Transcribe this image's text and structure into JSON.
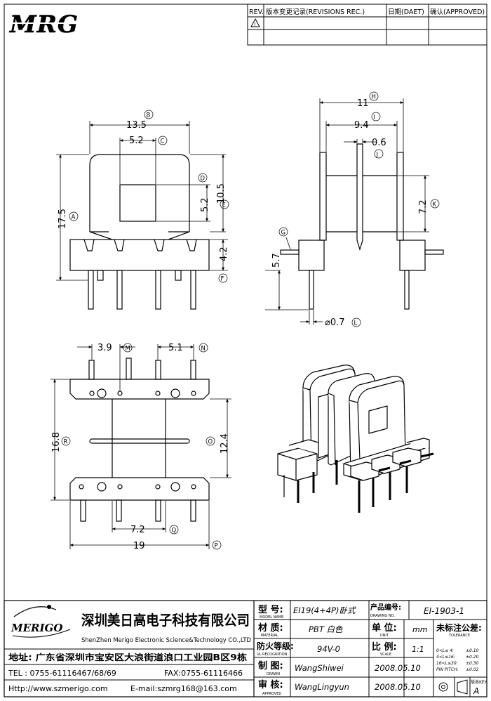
{
  "logo": {
    "text": "MRG"
  },
  "revision_table": {
    "rev_header": "REV.",
    "changes_header": "版本变更记录(REVISIONS REC.)",
    "date_header": "日期(DAET)",
    "approved_header": "确认(APPROVED)",
    "rev_mark": "!"
  },
  "dimensions": {
    "front_width": "13.5",
    "front_width_tag": "B",
    "window_width": "5.2",
    "window_width_tag": "C",
    "window_height": "5.2",
    "window_height_tag": "D",
    "core_height": "10.5",
    "core_height_tag": "E",
    "total_height": "17.5",
    "total_height_tag": "A",
    "base_height": "4.2",
    "base_height_tag": "F",
    "side_overall": "11",
    "side_overall_tag": "H",
    "side_inner": "9.4",
    "side_inner_tag": "I",
    "flange": "0.6",
    "flange_tag": "J",
    "tube_height": "7.2",
    "tube_height_tag": "K",
    "pin_height": "5.7",
    "pin_height_tag": "G",
    "pin_dia": "⌀0.7",
    "pin_dia_tag": "L",
    "pitch_left": "3.9",
    "pitch_left_tag": "M",
    "pitch_right": "5.1",
    "pitch_right_tag": "N",
    "bottom_depth": "16.8",
    "bottom_depth_tag": "R",
    "bottom_inner": "12.4",
    "bottom_inner_tag": "O",
    "bottom_span": "7.2",
    "bottom_span_tag": "Q",
    "bottom_width": "19",
    "bottom_width_tag": "P"
  },
  "title_block": {
    "company_cn": "深圳美日高电子科技有限公司",
    "company_en": "ShenZhen Merigo Electronic Science&Technology CO.,LTD",
    "logo_text": "MERIGO",
    "address": "地址: 广东省深圳市宝安区大浪街道浪口工业园B区9栋",
    "tel": "TEL : 0755-61116467/68/69",
    "fax": "FAX:0755-61116466",
    "http": "Http://www.szmerigo.com",
    "email": "E-mail:szmrg168@163.com",
    "model_label": "型 号:",
    "model_sub": "MODEL NAME",
    "model_value": "EI19(4+4P)卧式",
    "drawing_label": "产品编号:",
    "drawing_sub": "DRAWING NO.",
    "drawing_value": "EI-1903-1",
    "material_label": "材 质:",
    "material_sub": "MATERIAL",
    "material_value": "PBT 白色",
    "unit_label": "单 位:",
    "unit_sub": "UNIT",
    "unit_value": "mm",
    "tolerance_label": "未标注公差:",
    "tolerance_sub": "TOLERANCE",
    "flame_label": "防火等级:",
    "flame_sub": "UL RECOGNITION",
    "flame_value": "94V-0",
    "scale_label": "比 例:",
    "scale_sub": "SCALE",
    "scale_value": "1:1",
    "drawn_label": "制 图:",
    "drawn_sub": "DRAWN",
    "drawn_value": "WangShiwei",
    "drawn_date": "2008.05.10",
    "approved_label": "审 核:",
    "approved_sub": "APPROVED",
    "approved_value": "WangLingyun",
    "approved_date": "2008.05.10",
    "version_label": "版本KEY.",
    "version_value": "A",
    "tol1": "0<L≤ 4:",
    "tol1v": "±0.10",
    "tol2": "4<L≤16:",
    "tol2v": "±0.20",
    "tol3": "16<L≤30:",
    "tol3v": "±0.30",
    "tol4": "PIN PITCH:",
    "tol4v": "±0.02"
  }
}
